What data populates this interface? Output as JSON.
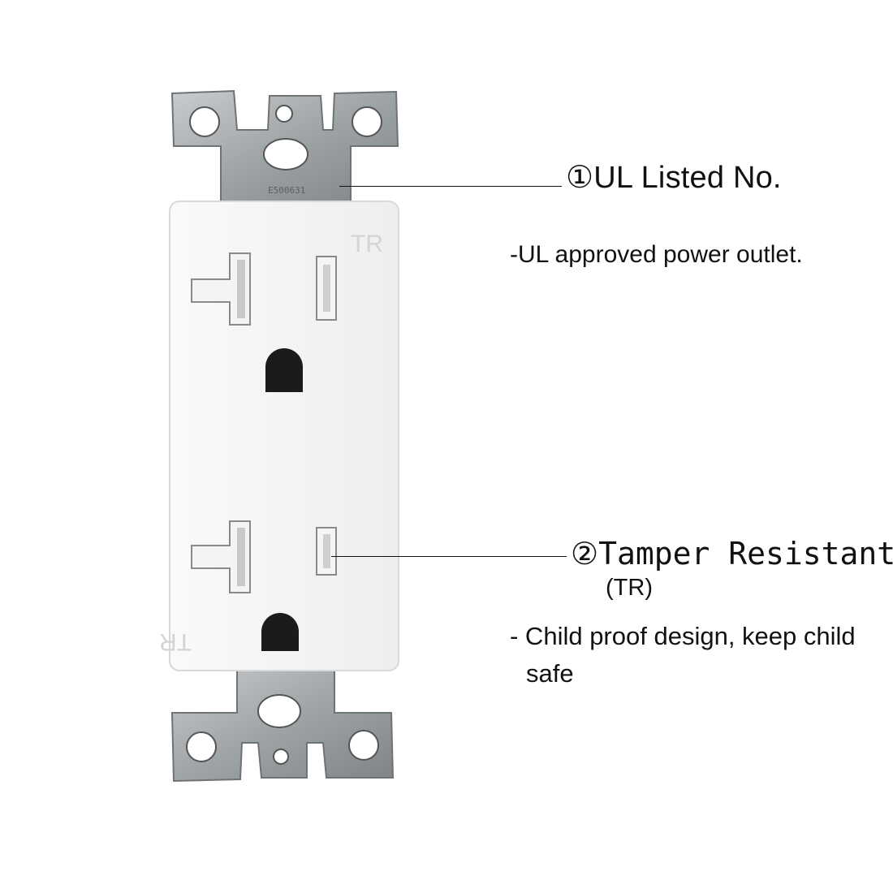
{
  "callouts": [
    {
      "title": "①UL Listed No.",
      "description": "-UL approved power outlet."
    },
    {
      "title": "②Tamper Resistant",
      "subtitle": "(TR)",
      "description_line1": "- Child proof design, keep child",
      "description_line2": "safe"
    }
  ],
  "outlet": {
    "tr_marking_top": "TR",
    "tr_marking_bottom": "TR",
    "strap_stamp": "E500631",
    "colors": {
      "face": "#f7f7f7",
      "metal": "#a9adb0",
      "slot": "#1b1b1b"
    }
  }
}
